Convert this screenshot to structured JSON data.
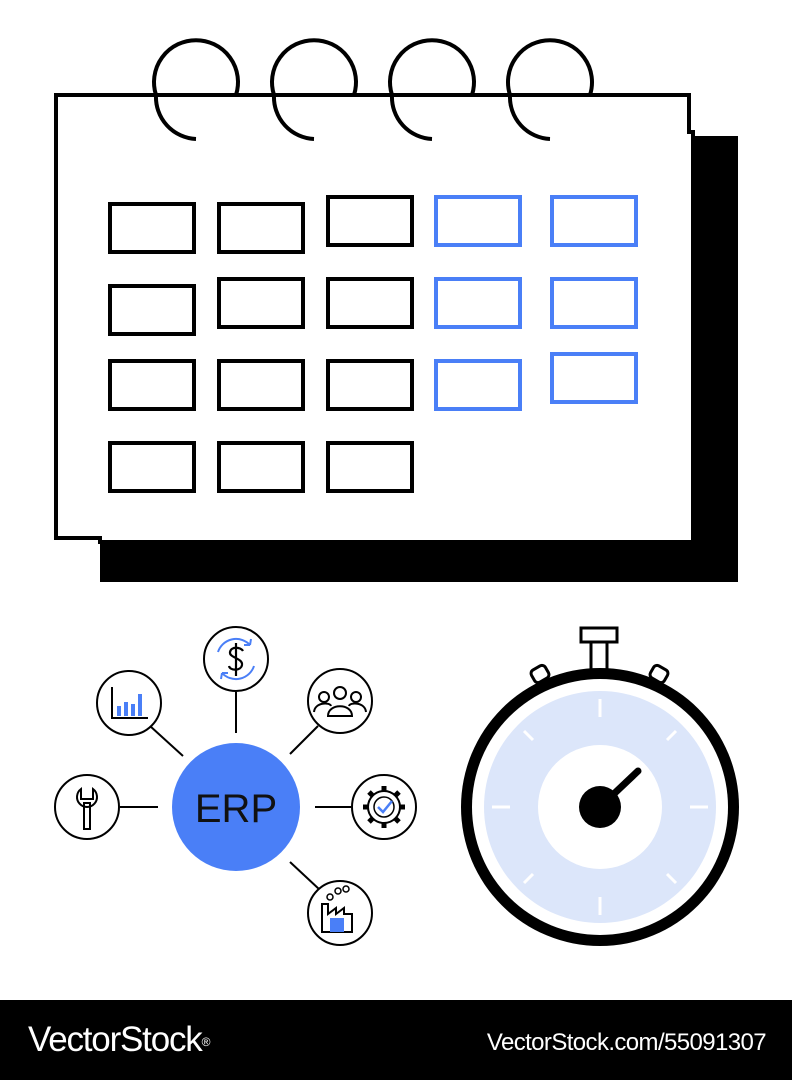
{
  "colors": {
    "accent": "#4A7FF7",
    "light_accent": "#DCE6FA",
    "ink": "#000000",
    "background": "#FFFFFF"
  },
  "erp": {
    "label": "ERP",
    "modules": [
      {
        "name": "chart",
        "icon": "bar-chart-icon"
      },
      {
        "name": "finance",
        "icon": "dollar-cycle-icon"
      },
      {
        "name": "team",
        "icon": "people-icon"
      },
      {
        "name": "settings",
        "icon": "gear-check-icon"
      },
      {
        "name": "manufacturing",
        "icon": "factory-icon"
      },
      {
        "name": "maintenance",
        "icon": "wrench-icon"
      }
    ]
  },
  "stopwatch": {
    "icon": "stopwatch-icon"
  },
  "calendar": {
    "icon": "calendar-icon"
  },
  "footer": {
    "brand": "VectorStock",
    "registered_mark": "®",
    "stock_id": "VectorStock.com/55091307"
  }
}
